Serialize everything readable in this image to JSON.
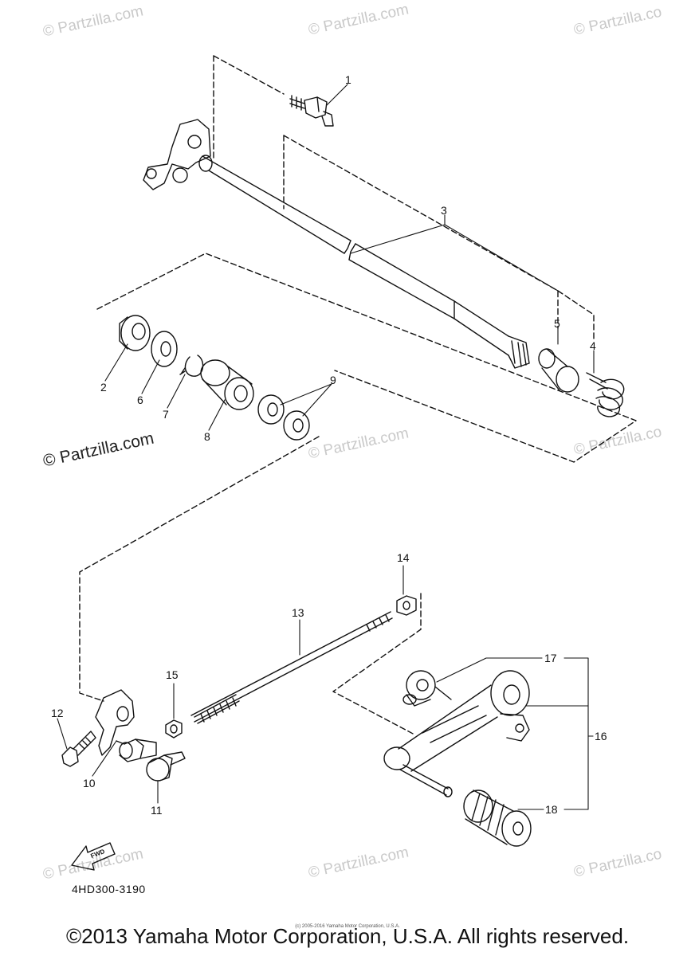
{
  "watermarks": [
    {
      "text": "© Partzilla.com"
    },
    {
      "text": "© Partzilla.com"
    },
    {
      "text": "© Partzilla.co"
    },
    {
      "text": "© Partzilla.com"
    },
    {
      "text": "© Partzilla.co"
    },
    {
      "text": "© Partzilla.com"
    },
    {
      "text": "© Partzilla.com"
    },
    {
      "text": "© Partzilla.co"
    }
  ],
  "watermark_main": "© Partzilla.com",
  "callouts": [
    "1",
    "2",
    "3",
    "4",
    "5",
    "6",
    "7",
    "8",
    "9",
    "10",
    "11",
    "12",
    "13",
    "14",
    "15",
    "16",
    "17",
    "18"
  ],
  "fwd_label": "FWD",
  "diagram_code": "4HD300-3190",
  "copyright": "©2013 Yamaha Motor Corporation, U.S.A. All rights reserved.",
  "tiny_notice": "(c) 2005-2016 Yamaha Motor Corporation, U.S.A."
}
